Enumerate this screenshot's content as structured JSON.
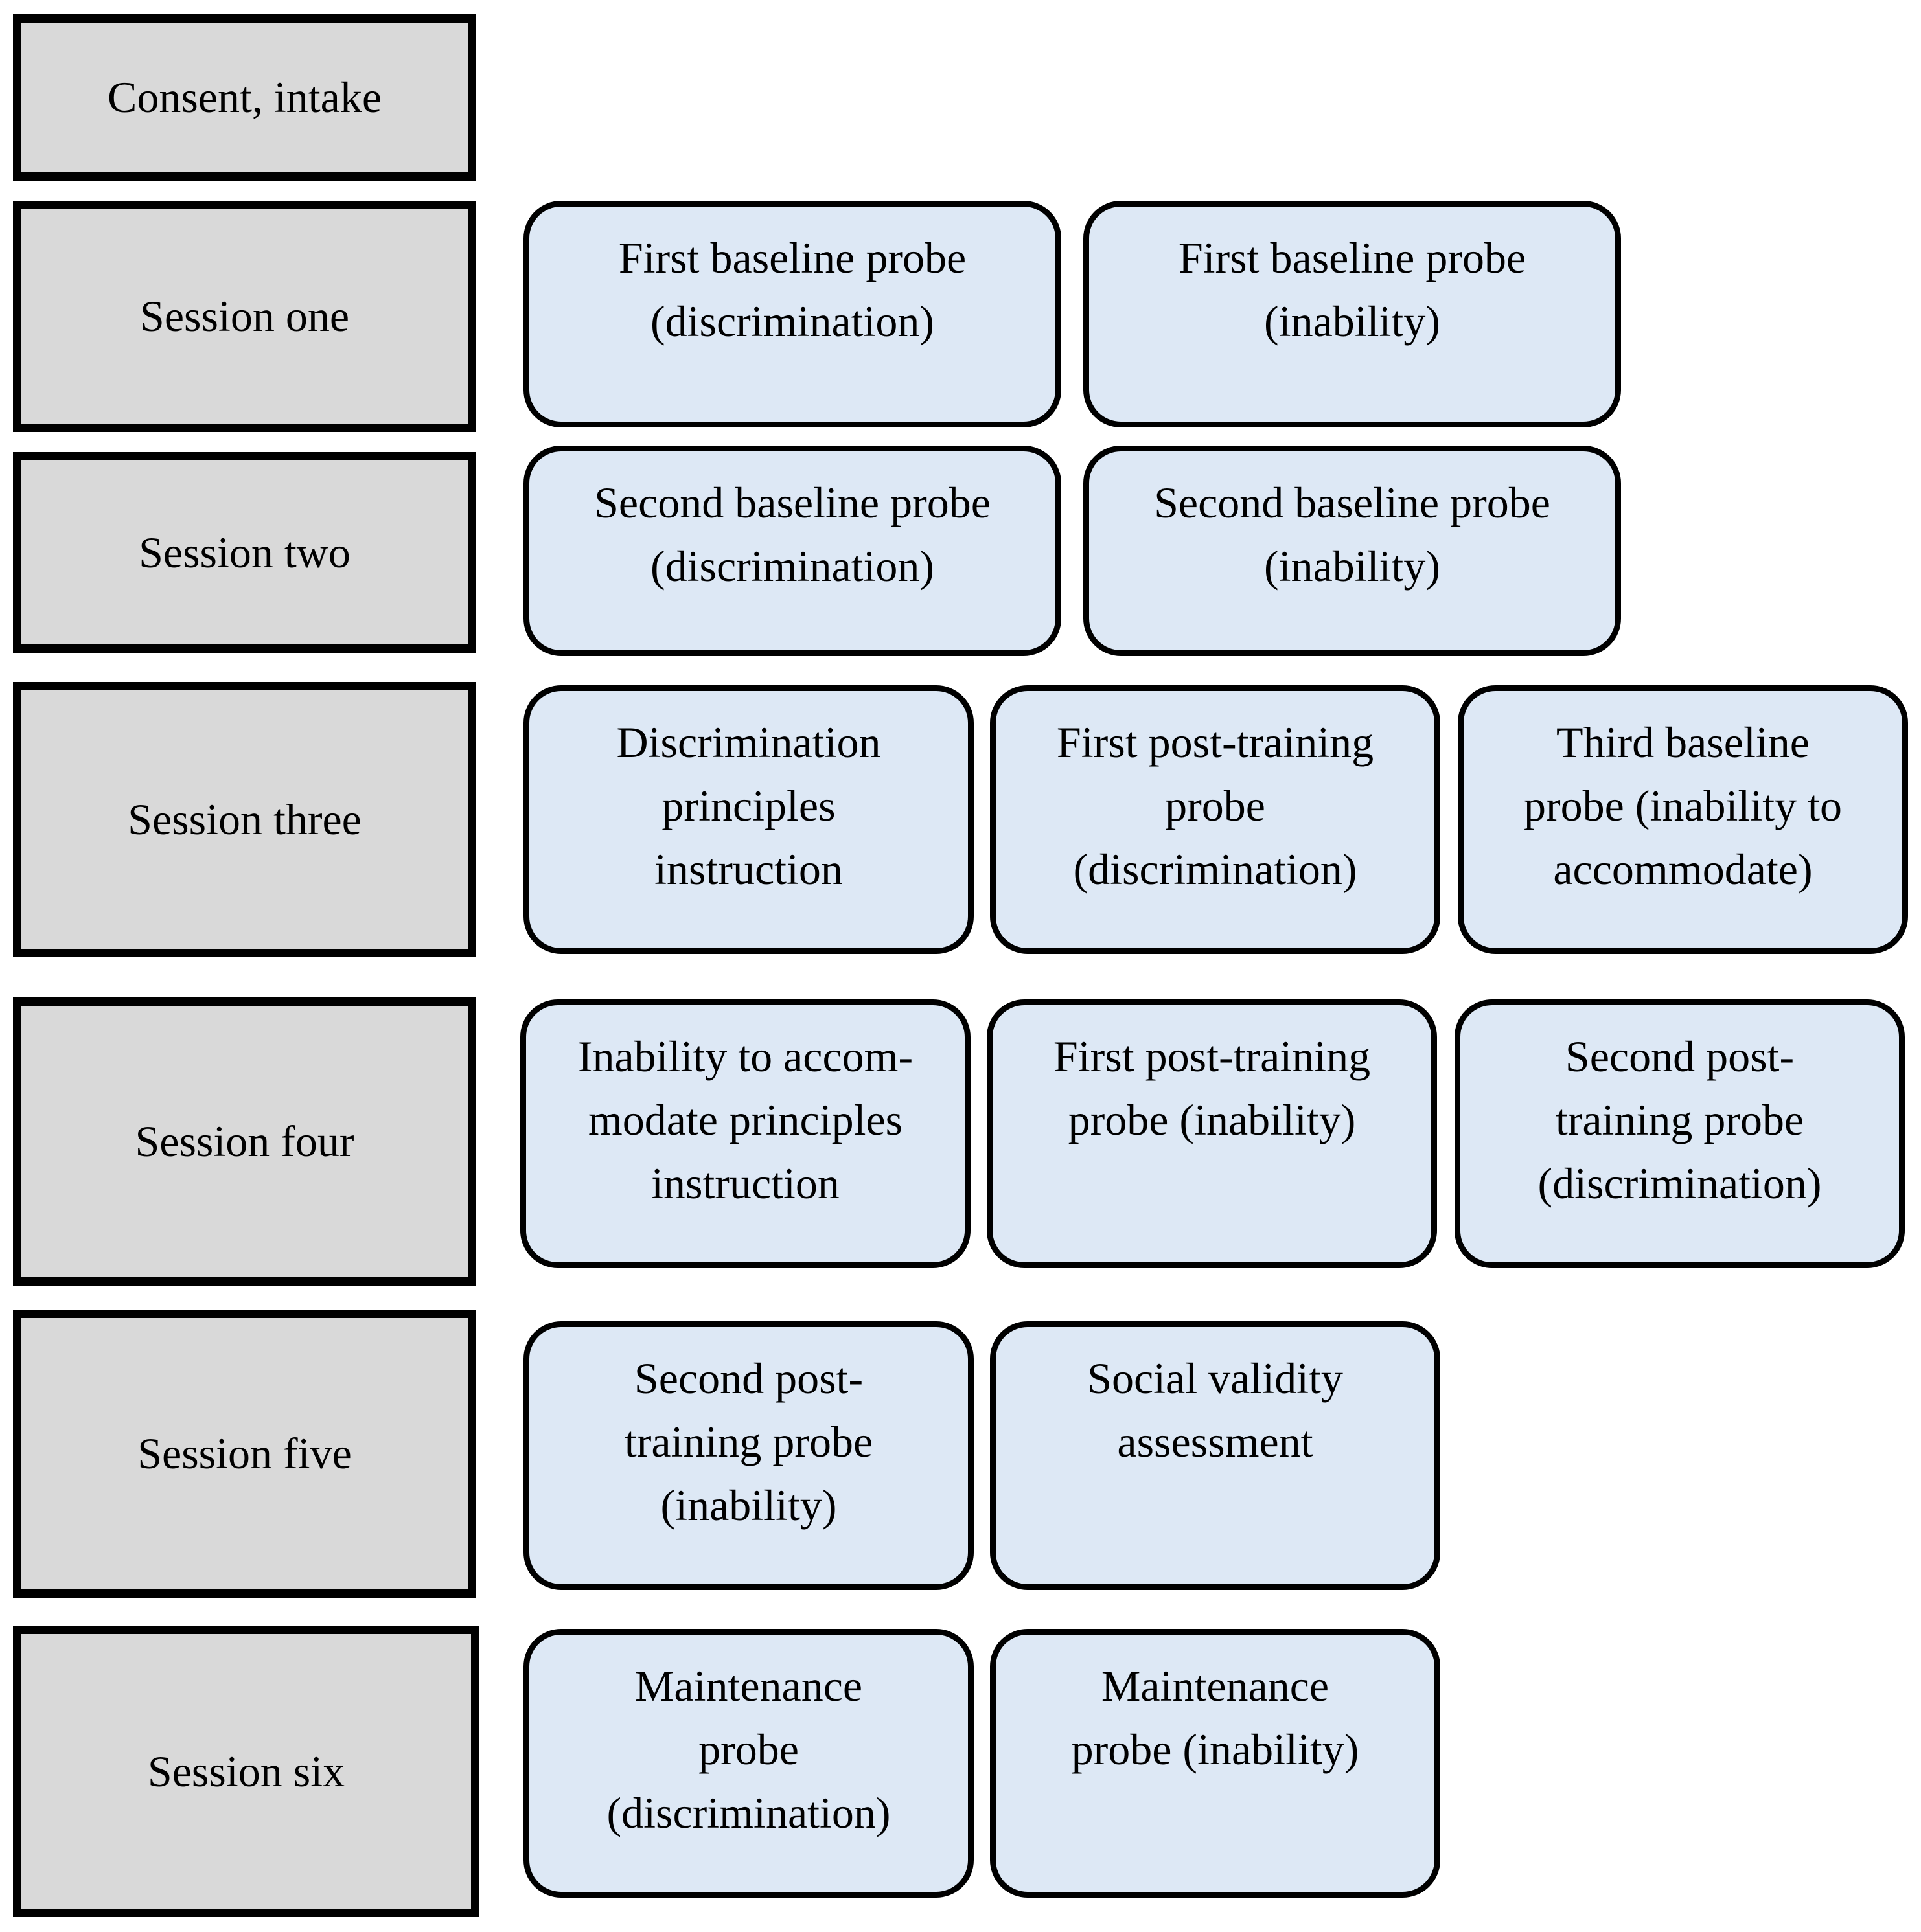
{
  "colors": {
    "session_fill": "#d9d9d9",
    "activity_fill": "#dde8f5",
    "border": "#000000"
  },
  "sessions": [
    {
      "label": "Consent, intake",
      "activities": []
    },
    {
      "label": "Session one",
      "activities": [
        "First baseline probe\n(discrimination)",
        "First baseline probe\n(inability)"
      ]
    },
    {
      "label": "Session two",
      "activities": [
        "Second baseline probe\n(discrimination)",
        "Second baseline probe\n(inability)"
      ]
    },
    {
      "label": "Session three",
      "activities": [
        "Discrimination\nprinciples\ninstruction",
        "First post-training\nprobe\n(discrimination)",
        "Third baseline\nprobe (inability to\naccommodate)"
      ]
    },
    {
      "label": "Session four",
      "activities": [
        "Inability to accom-\nmodate principles\ninstruction",
        "First post-training\nprobe (inability)",
        "Second post-\ntraining probe\n(discrimination)"
      ]
    },
    {
      "label": "Session five",
      "activities": [
        "Second post-\ntraining probe\n(inability)",
        "Social validity\nassessment"
      ]
    },
    {
      "label": "Session six",
      "activities": [
        "Maintenance\nprobe\n(discrimination)",
        "Maintenance\nprobe (inability)"
      ]
    }
  ]
}
